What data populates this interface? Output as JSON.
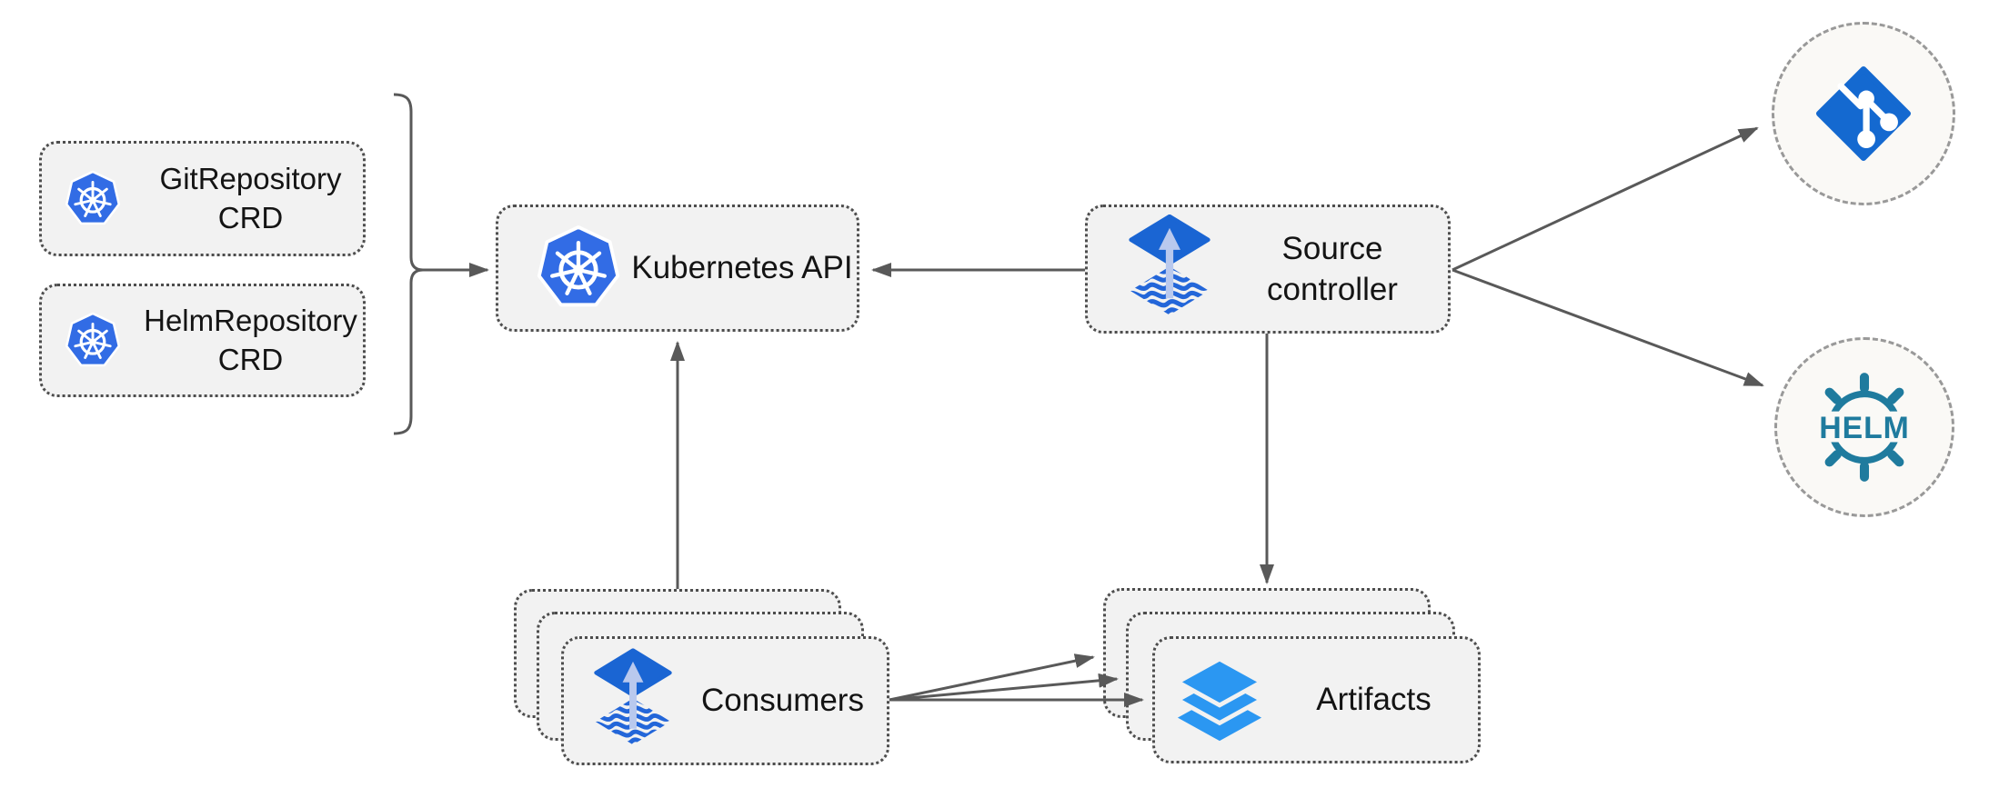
{
  "diagram": {
    "nodes": {
      "crd_git": {
        "line1": "GitRepository",
        "line2": "CRD",
        "icon": "kubernetes-icon"
      },
      "crd_helm": {
        "line1": "HelmRepository",
        "line2": "CRD",
        "icon": "kubernetes-icon"
      },
      "kubernetes_api": {
        "label": "Kubernetes API",
        "icon": "kubernetes-icon"
      },
      "source_controller": {
        "line1": "Source",
        "line2": "controller",
        "icon": "flux-source-icon"
      },
      "consumers": {
        "label": "Consumers",
        "stack_count": 3,
        "icon": "flux-source-icon"
      },
      "artifacts": {
        "label": "Artifacts",
        "stack_count": 3,
        "icon": "layers-icon"
      },
      "git_repository": {
        "icon": "git-icon"
      },
      "helm_repository": {
        "icon": "helm-icon",
        "logo_text": "HELM"
      }
    },
    "edges": [
      {
        "from": "GitRepository CRD / HelmRepository CRD",
        "to": "Kubernetes API",
        "style": "grouping-bracket-arrow"
      },
      {
        "from": "Source controller",
        "to": "Kubernetes API"
      },
      {
        "from": "Consumers",
        "to": "Kubernetes API"
      },
      {
        "from": "Source controller",
        "to": "Artifacts"
      },
      {
        "from": "Consumers",
        "to": "Artifacts",
        "count": 3
      },
      {
        "from": "Source controller",
        "to": "Git repository"
      },
      {
        "from": "Source controller",
        "to": "Helm repository"
      }
    ],
    "colors": {
      "kubernetes_blue": "#326CE5",
      "flux_blue": "#1A65D3",
      "flux_arrow_light": "#B9C9EE",
      "flux_wave_blue": "#2366D9",
      "layers_blue": "#2B97F2",
      "git_blue": "#1469D0",
      "helm_teal": "#1F7B9E",
      "node_fill": "#F2F2F2",
      "node_border": "#4D4D4D",
      "circle_fill": "#FAF9F6",
      "circle_border": "#999999",
      "connector_gray": "#595959",
      "label_text": "#141414"
    }
  }
}
